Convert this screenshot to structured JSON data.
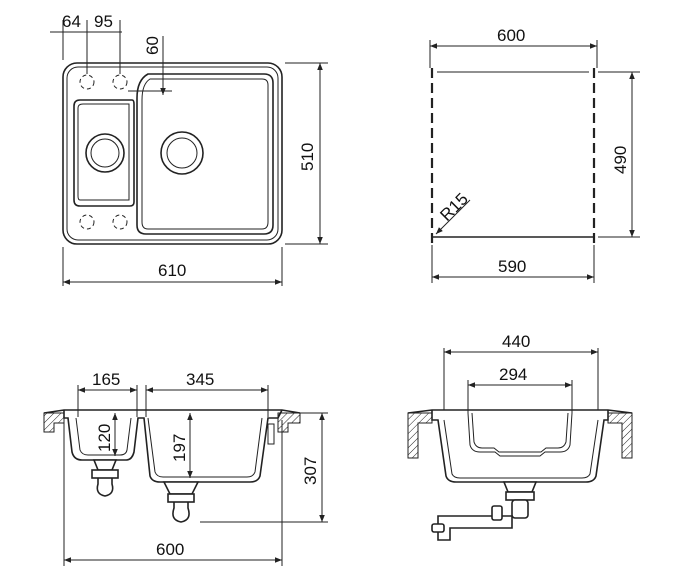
{
  "top_view": {
    "dim_64": "64",
    "dim_95": "95",
    "dim_60": "60",
    "dim_510": "510",
    "dim_610": "610"
  },
  "cutout_view": {
    "dim_600": "600",
    "dim_490": "490",
    "dim_590": "590",
    "dim_r15": "R15"
  },
  "section_view": {
    "dim_165": "165",
    "dim_345": "345",
    "dim_120": "120",
    "dim_197": "197",
    "dim_307": "307",
    "dim_600": "600"
  },
  "side_view": {
    "dim_440": "440",
    "dim_294": "294"
  }
}
